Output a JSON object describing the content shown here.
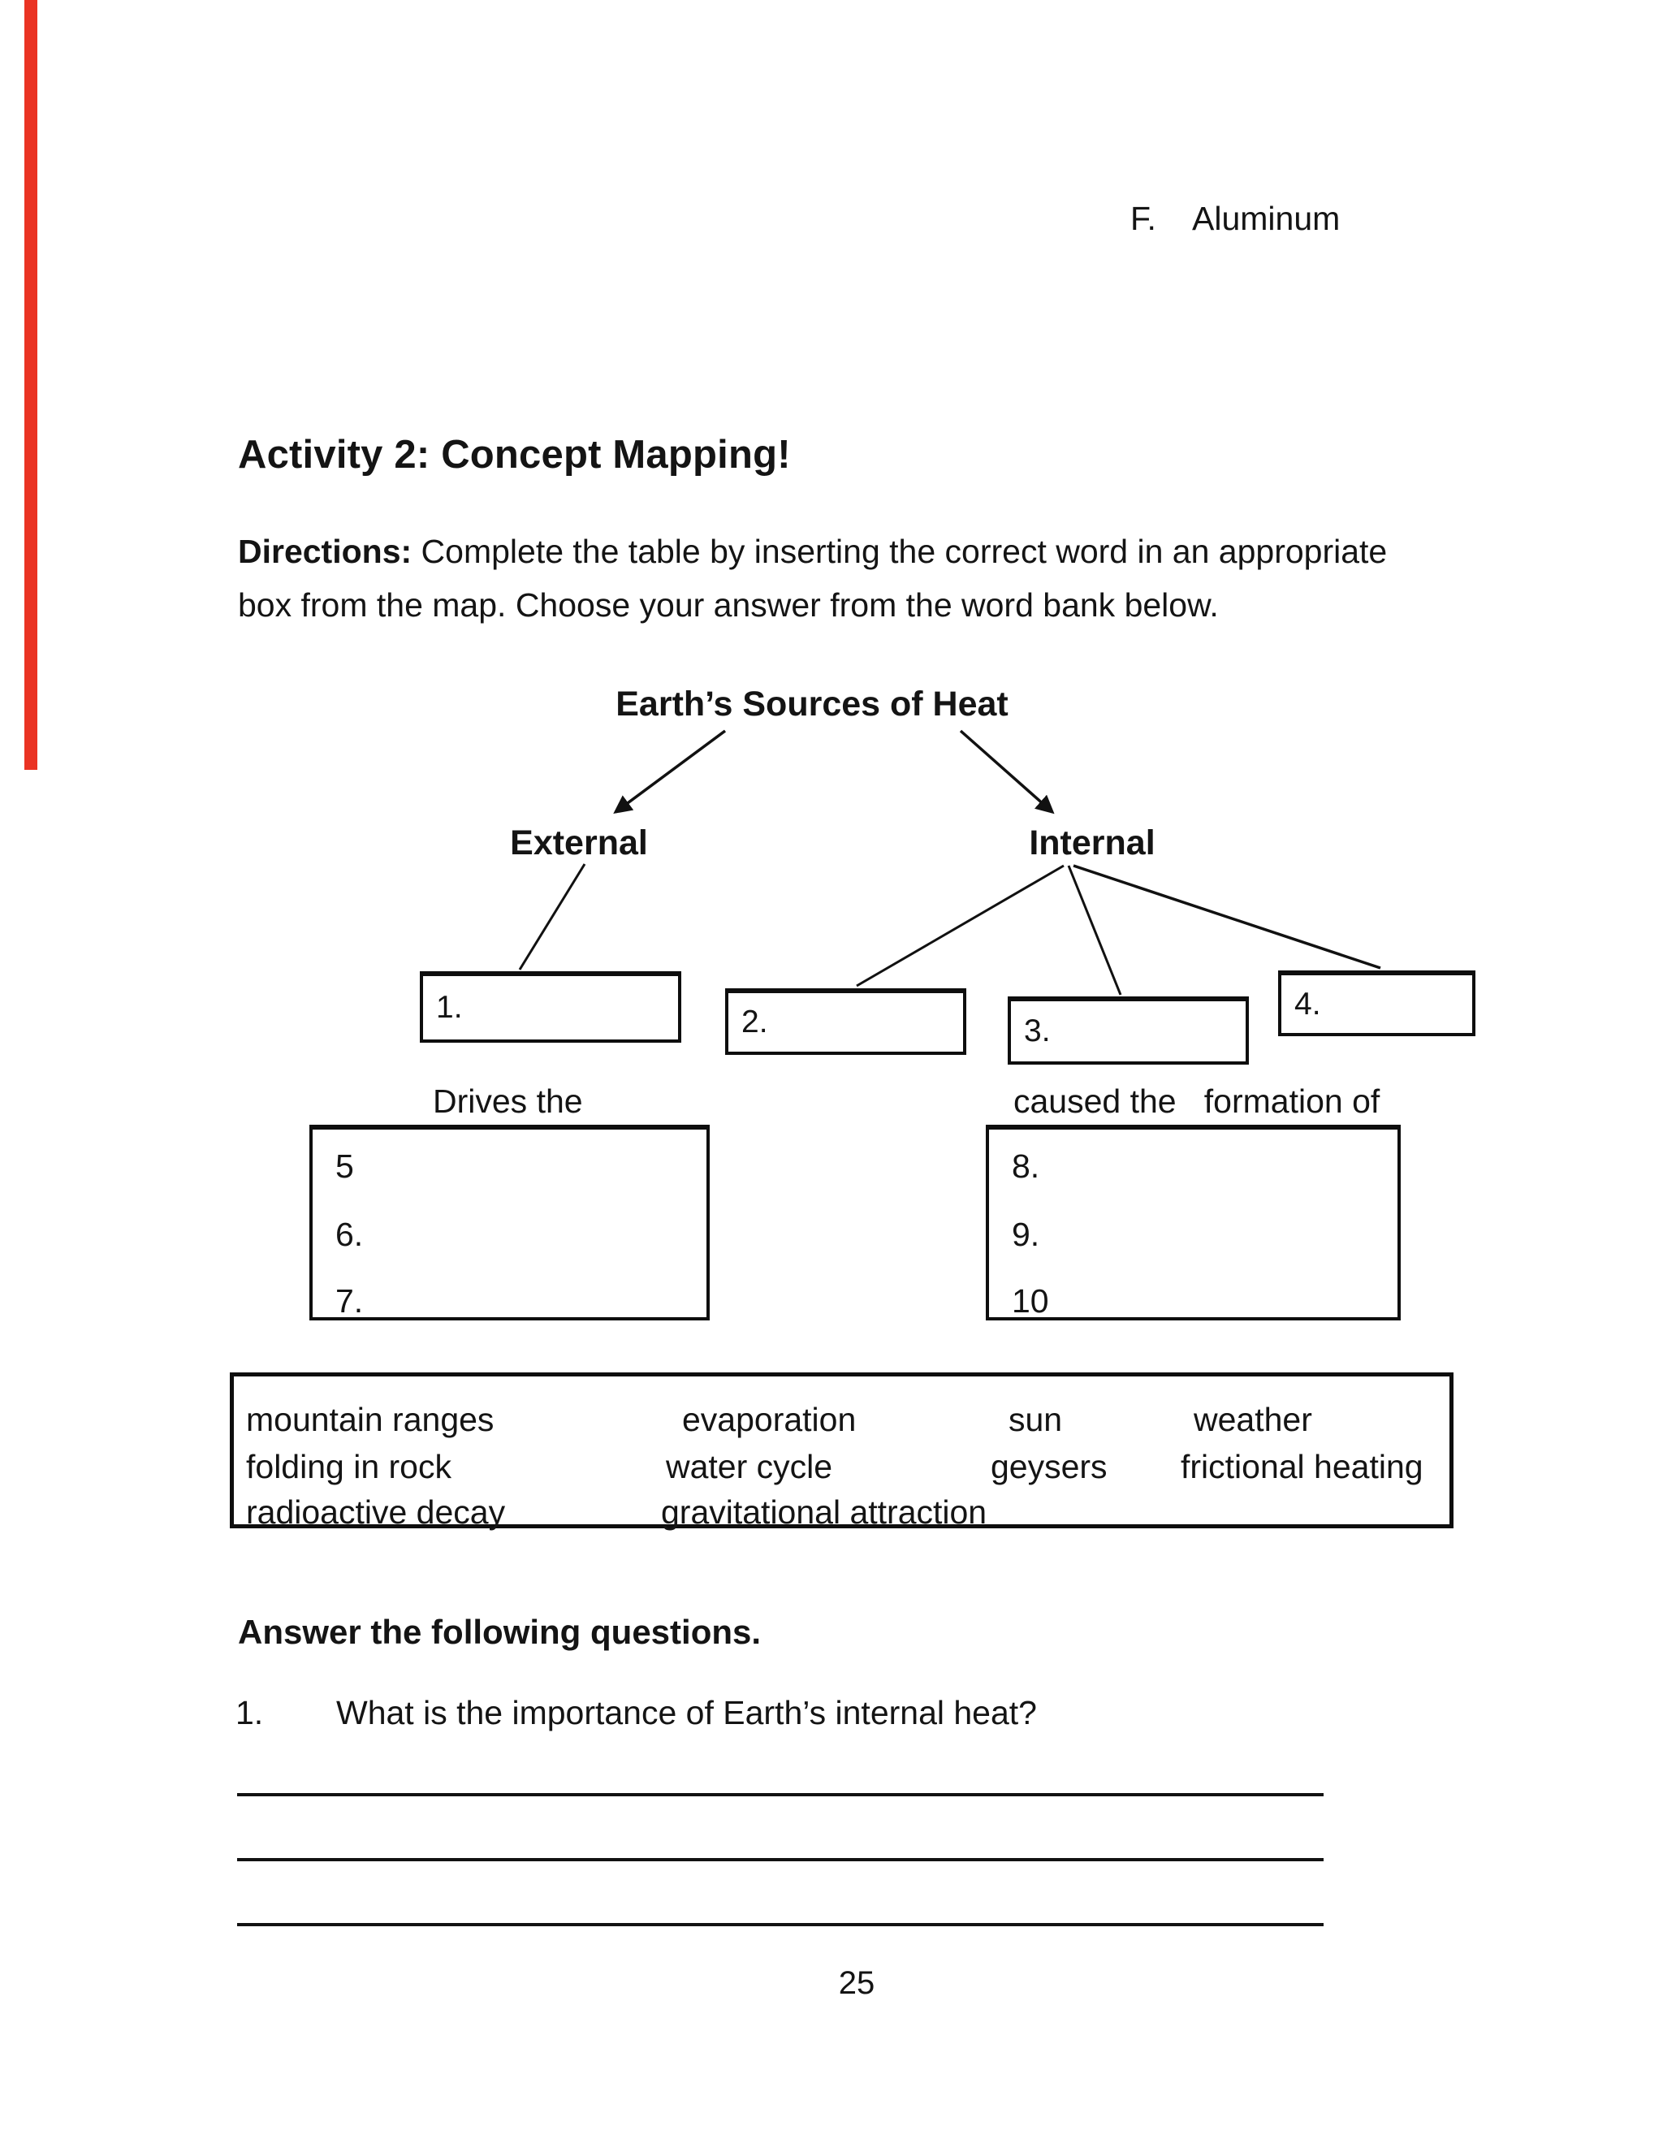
{
  "answer_item": {
    "letter": "F.",
    "text": "Aluminum"
  },
  "activity": {
    "heading": "Activity 2: Concept Mapping!",
    "directions_label": "Directions:",
    "directions_line1": " Complete the table by inserting the correct word in an appropriate",
    "directions_line2": "box from the map. Choose your answer from the word bank below."
  },
  "concept_map": {
    "title": "Earth’s Sources of Heat",
    "left_branch": "External",
    "right_branch": "Internal",
    "box_labels": [
      "1.",
      "2.",
      "3.",
      "4."
    ],
    "left_caption": "Drives the",
    "right_caption": "caused the   formation of",
    "left_list": [
      "5",
      "6.",
      "7."
    ],
    "right_list": [
      "8.",
      "9.",
      "10"
    ]
  },
  "word_bank": {
    "rows": [
      [
        "mountain ranges",
        "evaporation",
        "sun",
        "weather"
      ],
      [
        "folding in rock",
        "water cycle",
        "geysers",
        "frictional heating"
      ],
      [
        "radioactive decay",
        "gravitational attraction"
      ]
    ]
  },
  "questions": {
    "heading": "Answer the following questions.",
    "q1_number": "1.",
    "q1_text": "What is the importance of Earth’s internal heat?"
  },
  "page": {
    "number": "25"
  },
  "colors": {
    "annotation_red": "#ea3323",
    "ink": "#141414"
  }
}
